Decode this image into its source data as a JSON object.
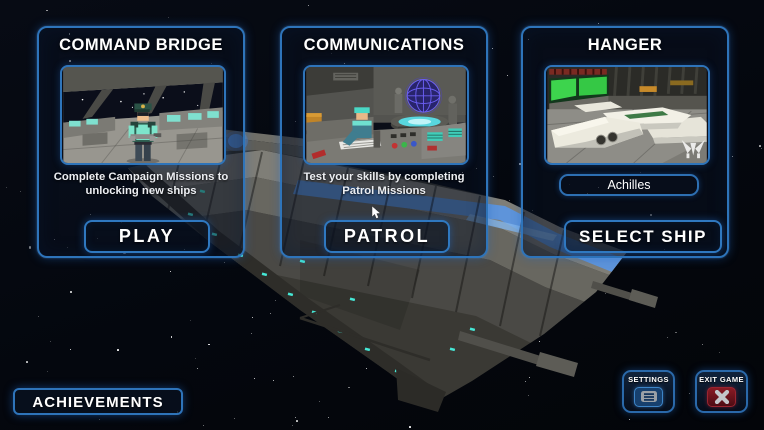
{
  "panels": [
    {
      "title": "COMMAND BRIDGE",
      "description": "Complete Campaign Missions to unlocking new ships",
      "button_label": "PLAY",
      "thumbnail": "bridge-captain-scene"
    },
    {
      "title": "COMMUNICATIONS",
      "description": "Test your skills by completing Patrol Missions",
      "button_label": "PATROL",
      "thumbnail": "comms-officer-scene"
    },
    {
      "title": "HANGER",
      "selected_ship": "Achilles",
      "button_label": "SELECT SHIP",
      "thumbnail": "hangar-ships-scene"
    }
  ],
  "footer": {
    "achievements_label": "ACHIEVEMENTS",
    "settings_label": "SETTINGS",
    "exit_label": "EXIT GAME"
  },
  "icons": {
    "settings": "menu-list-icon",
    "exit": "x-icon",
    "hangar_emblem": "fleet-wings-icon",
    "cursor": "pointer-cursor"
  },
  "colors": {
    "panel_border": "#2e74ba",
    "space_bg": "#05080f",
    "accent_teal": "#45e8d6",
    "ship_stripe_blue": "#5e94da",
    "exit_red": "#7d1620"
  }
}
